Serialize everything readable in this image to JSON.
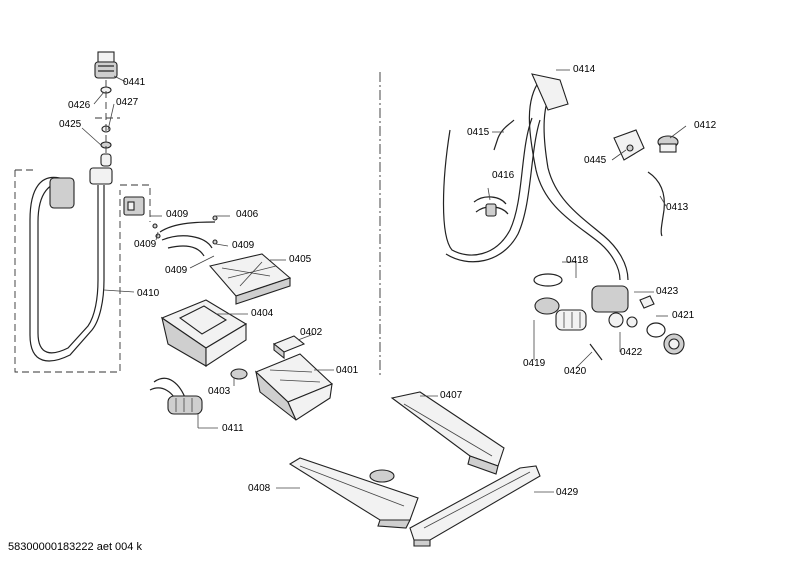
{
  "diagram": {
    "labels": {
      "l0441": "0441",
      "l0426": "0426",
      "l0427": "0427",
      "l0425": "0425",
      "l0409a": "0409",
      "l0406": "0406",
      "l0409b": "0409",
      "l0409c": "0409",
      "l0409d": "0409",
      "l0405": "0405",
      "l0410": "0410",
      "l0404": "0404",
      "l0402": "0402",
      "l0401": "0401",
      "l0403": "0403",
      "l0411": "0411",
      "l0414": "0414",
      "l0415": "0415",
      "l0412": "0412",
      "l0445": "0445",
      "l0416": "0416",
      "l0413": "0413",
      "l0418": "0418",
      "l0423": "0423",
      "l0421": "0421",
      "l0419": "0419",
      "l0420": "0420",
      "l0422": "0422",
      "l0407": "0407",
      "l0408": "0408",
      "l0429": "0429"
    },
    "footer": "58300000183222 aet 004 k"
  }
}
